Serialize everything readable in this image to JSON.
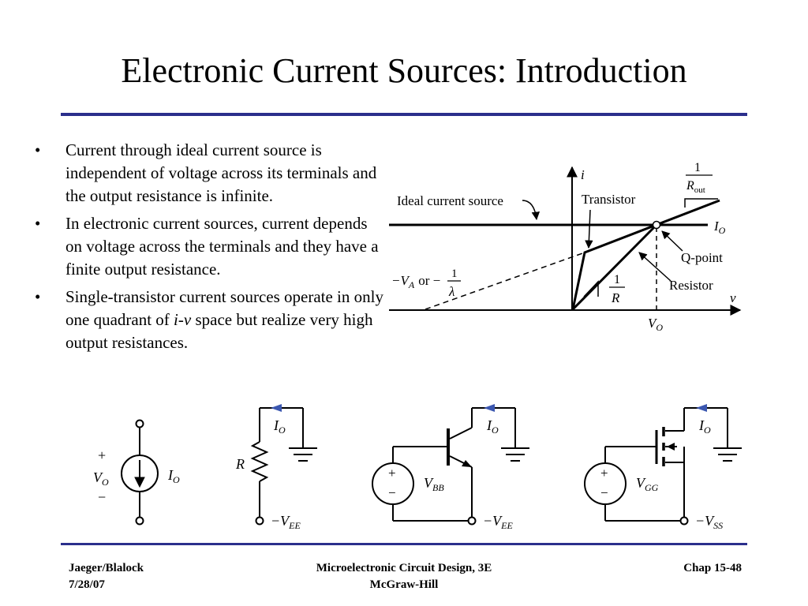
{
  "title": "Electronic Current Sources: Introduction",
  "bullets": [
    {
      "text": "Current through ideal current source is independent of voltage across its terminals and the output resistance is infinite."
    },
    {
      "text": "In electronic current sources, current depends on voltage across the terminals and they have a finite output resistance."
    },
    {
      "pre": "Single-transistor current sources operate in only one quadrant of ",
      "ital": "i-v",
      "post": " space but realize very high output resistances."
    }
  ],
  "graph": {
    "axis_i": "i",
    "axis_v": "v",
    "ideal_label": "Ideal current source",
    "transistor_label": "Transistor",
    "rout_num": "1",
    "rout_den": "R",
    "rout_sub": "out",
    "io": "I",
    "io_sub": "O",
    "qpoint": "Q-point",
    "va_prefix": "−V",
    "va_sub": "A",
    "va_or": "or −",
    "lambda_num": "1",
    "lambda_den": "λ",
    "r_num": "1",
    "r_den": "R",
    "resistor_label": "Resistor",
    "vo": "V",
    "vo_sub": "O"
  },
  "circuits": {
    "c1": {
      "plus": "+",
      "minus": "−",
      "vo": "V",
      "vo_sub": "O",
      "io": "I",
      "io_sub": "O"
    },
    "c2": {
      "io": "I",
      "io_sub": "O",
      "r": "R",
      "vee": "−V",
      "vee_sub": "EE"
    },
    "c3": {
      "io": "I",
      "io_sub": "O",
      "plus": "+",
      "minus": "−",
      "vbb": "V",
      "vbb_sub": "BB",
      "vee": "−V",
      "vee_sub": "EE"
    },
    "c4": {
      "io": "I",
      "io_sub": "O",
      "plus": "+",
      "minus": "−",
      "vgg": "V",
      "vgg_sub": "GG",
      "vss": "−V",
      "vss_sub": "SS"
    }
  },
  "footer": {
    "left_line1": "Jaeger/Blalock",
    "left_line2": "7/28/07",
    "center_line1": "Microelectronic Circuit Design, 3E",
    "center_line2": "McGraw-Hill",
    "right": "Chap 15-48"
  },
  "colors": {
    "accent": "#2b2f8c",
    "arrow_blue": "#3b57b0"
  }
}
